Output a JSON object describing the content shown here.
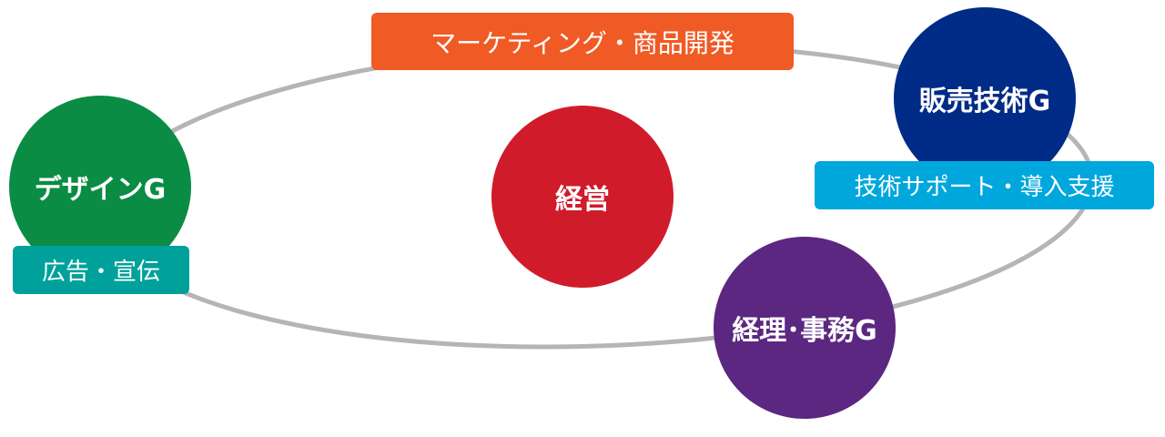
{
  "center": {
    "label": "経営",
    "color": "#d01b2b"
  },
  "groups": [
    {
      "label": "デザインG",
      "color": "#0a8c44",
      "tag": "広告・宣伝",
      "tag_color": "#00a19a"
    },
    {
      "label": "販売技術G",
      "color": "#002b87",
      "tag": "技術サポート・導入支援",
      "tag_color": "#00a7dc"
    },
    {
      "label": "経理･事務G",
      "color": "#5b2781"
    }
  ],
  "top_tag": {
    "label": "マーケティング・商品開発",
    "color": "#f05a24"
  },
  "ring_color": "#b5b5b5"
}
